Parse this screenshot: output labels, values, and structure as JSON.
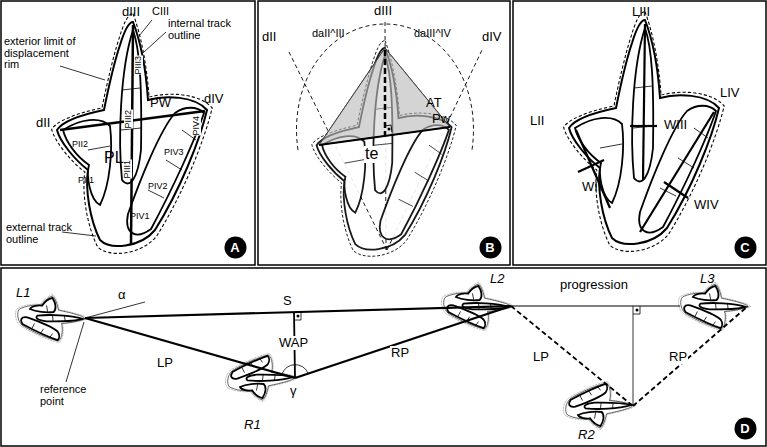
{
  "diagram": {
    "nodes": [
      {
        "text": [
          "A"
        ]
      },
      {
        "text": [
          "B"
        ]
      },
      {
        "text": [
          "C"
        ]
      },
      {
        "text": [
          "D"
        ]
      }
    ],
    "labels": [
      "dIII",
      "CIII",
      "internal track outline",
      "exterior limit of displacement rim",
      "dII",
      "PW",
      "dIV",
      "PII2",
      "PIII2",
      "PIII3",
      "PIV4",
      "PIII1",
      "PL",
      "PIV3",
      "PII1",
      "PIV2",
      "PIV1",
      "external track outline",
      "dIII",
      "dII",
      "daII^III",
      "daIII^IV",
      "dIV",
      "te",
      "AT",
      "Pw",
      "LIII",
      "WIII",
      "LII",
      "LIV",
      "WII",
      "WIV",
      "L1",
      "α",
      "S",
      "L2",
      "progression",
      "L3",
      "reference point",
      "WAP",
      "LP",
      "γ",
      "RP",
      "LP",
      "RP",
      "R1",
      "R2"
    ]
  }
}
